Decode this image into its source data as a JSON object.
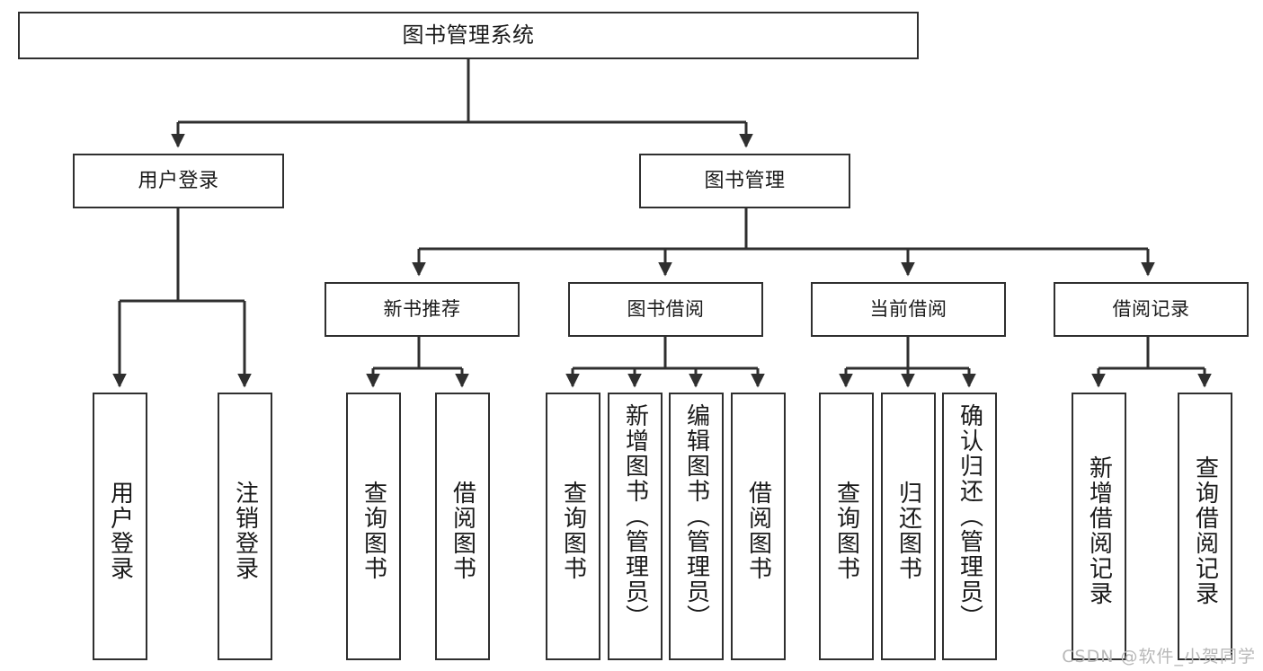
{
  "diagram": {
    "title": "图书管理系统",
    "type": "tree-hierarchy-diagram",
    "root": {
      "label": "图书管理系统"
    },
    "level2": [
      {
        "label": "用户登录"
      },
      {
        "label": "图书管理"
      }
    ],
    "level3": [
      {
        "label": "新书推荐"
      },
      {
        "label": "图书借阅"
      },
      {
        "label": "当前借阅"
      },
      {
        "label": "借阅记录"
      }
    ],
    "leaves": {
      "user_login": [
        {
          "label": "用户登录"
        },
        {
          "label": "注销登录"
        }
      ],
      "new_book_recommend": [
        {
          "label": "查询图书"
        },
        {
          "label": "借阅图书"
        }
      ],
      "book_borrow": [
        {
          "label": "查询图书"
        },
        {
          "label": "新增图书（管理员）"
        },
        {
          "label": "编辑图书（管理员）"
        },
        {
          "label": "借阅图书"
        }
      ],
      "current_borrow": [
        {
          "label": "查询图书"
        },
        {
          "label": "归还图书"
        },
        {
          "label": "确认归还（管理员）"
        }
      ],
      "borrow_record": [
        {
          "label": "新增借阅记录"
        },
        {
          "label": "查询借阅记录"
        }
      ]
    }
  },
  "watermark": {
    "text": "CSDN @软件_小贺同学"
  },
  "colors": {
    "stroke": "#2f2f2f",
    "background": "#ffffff",
    "text": "#1a1a1a",
    "watermark": "#b8b8b8"
  }
}
